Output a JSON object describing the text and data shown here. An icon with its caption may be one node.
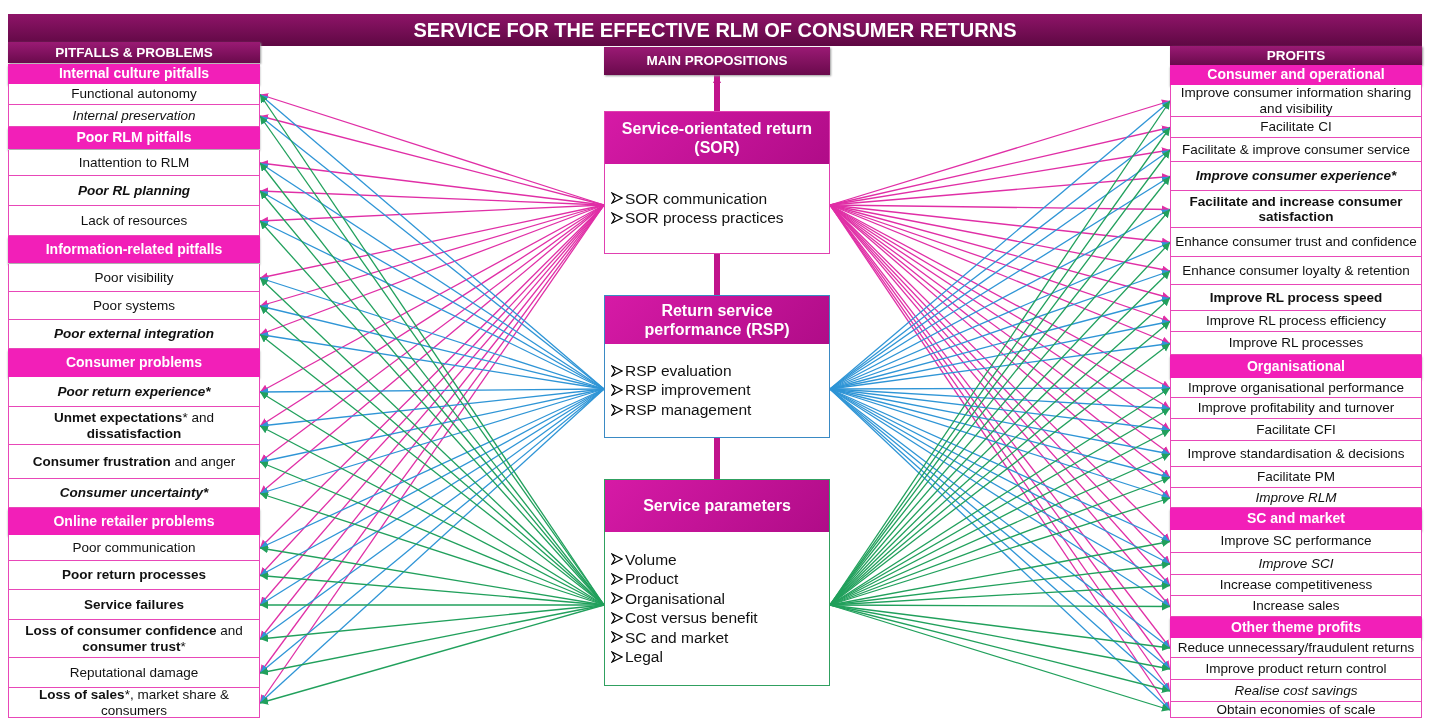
{
  "diagram": {
    "title": "SERVICE FOR THE EFFECTIVE RLM OF CONSUMER RETURNS",
    "nodes": [
      {
        "text": [
          "PITFALLS & PROBLEMS"
        ]
      },
      {
        "text": [
          "Internal culture pitfalls"
        ]
      },
      {
        "text": [
          "Functional autonomy"
        ]
      },
      {
        "text": [
          "Internal preservation"
        ]
      },
      {
        "text": [
          "Poor RLM pitfalls"
        ]
      },
      {
        "text": [
          "Inattention to RLM"
        ]
      },
      {
        "text": [
          "Poor RL planning"
        ]
      },
      {
        "text": [
          "Lack of resources"
        ]
      },
      {
        "text": [
          "Information-related pitfalls"
        ]
      },
      {
        "text": [
          "Poor visibility"
        ]
      },
      {
        "text": [
          "Poor systems"
        ]
      },
      {
        "text": [
          "Poor external integration"
        ]
      },
      {
        "text": [
          "Consumer problems"
        ]
      },
      {
        "text": [
          "Poor return experience*"
        ]
      },
      {
        "text": [
          "**Unmet expectations*** and **dissatisfaction**"
        ]
      },
      {
        "text": [
          "**Consumer frustration** and anger"
        ]
      },
      {
        "text": [
          "Consumer uncertainty*"
        ]
      },
      {
        "text": [
          "Online retailer problems"
        ]
      },
      {
        "text": [
          "Poor communication"
        ]
      },
      {
        "text": [
          "Poor return processes"
        ]
      },
      {
        "text": [
          "Service failures"
        ]
      },
      {
        "text": [
          "**Loss of consumer confidence** and **consumer trust***"
        ]
      },
      {
        "text": [
          "Reputational damage"
        ]
      },
      {
        "text": [
          "**Loss of sales***, market share & consumers"
        ]
      },
      {
        "text": [
          "MAIN PROPOSITIONS"
        ]
      },
      {
        "text": [
          "Service-orientated return (SOR)",
          "SOR communication",
          "SOR process practices"
        ]
      },
      {
        "text": [
          "Return service performance (RSP)",
          "RSP evaluation",
          "RSP improvement",
          "RSP management"
        ]
      },
      {
        "text": [
          "Service parameters",
          "Volume",
          "Product",
          "Organisational",
          "Cost versus benefit",
          "SC and market",
          "Legal"
        ]
      },
      {
        "text": [
          "PROFITS"
        ]
      },
      {
        "text": [
          "Consumer and operational"
        ]
      },
      {
        "text": [
          "Improve consumer information sharing and visibility"
        ]
      },
      {
        "text": [
          "Facilitate CI"
        ]
      },
      {
        "text": [
          "Facilitate & improve consumer service"
        ]
      },
      {
        "text": [
          "Improve consumer experience*"
        ]
      },
      {
        "text": [
          "Facilitate and increase consumer satisfaction"
        ]
      },
      {
        "text": [
          "Enhance consumer trust and confidence"
        ]
      },
      {
        "text": [
          "Enhance consumer loyalty & retention"
        ]
      },
      {
        "text": [
          "Improve RL process speed"
        ]
      },
      {
        "text": [
          "Improve RL process efficiency"
        ]
      },
      {
        "text": [
          "Improve RL processes"
        ]
      },
      {
        "text": [
          "Organisational"
        ]
      },
      {
        "text": [
          "Improve organisational performance"
        ]
      },
      {
        "text": [
          "Improve profitability and turnover"
        ]
      },
      {
        "text": [
          "Facilitate CFI"
        ]
      },
      {
        "text": [
          "Improve standardisation & decisions"
        ]
      },
      {
        "text": [
          "Facilitate PM"
        ]
      },
      {
        "text": [
          "Improve RLM"
        ]
      },
      {
        "text": [
          "SC and market"
        ]
      },
      {
        "text": [
          "Improve SC performance"
        ]
      },
      {
        "text": [
          "Improve SCI"
        ]
      },
      {
        "text": [
          "Increase competitiveness"
        ]
      },
      {
        "text": [
          "Increase sales"
        ]
      },
      {
        "text": [
          "Other theme profits"
        ]
      },
      {
        "text": [
          "Reduce unnecessary/fraudulent returns"
        ]
      },
      {
        "text": [
          "Improve product return control"
        ]
      },
      {
        "text": [
          "Realise cost savings"
        ]
      },
      {
        "text": [
          "Obtain economies of scale"
        ]
      }
    ],
    "edges": [
      {
        "from": 25,
        "to": 24,
        "arrow": "to",
        "style": "thick",
        "color": "#c0148c"
      },
      {
        "from": 26,
        "to": 25,
        "arrow": "none",
        "style": "thick",
        "color": "#c0148c"
      },
      {
        "from": 27,
        "to": 26,
        "arrow": "none",
        "style": "thick",
        "color": "#c0148c"
      },
      {
        "from": 25,
        "to": 2,
        "arrow": "to"
      },
      {
        "from": 25,
        "to": 3,
        "arrow": "to"
      },
      {
        "from": 25,
        "to": 5,
        "arrow": "to"
      },
      {
        "from": 25,
        "to": 6,
        "arrow": "to"
      },
      {
        "from": 25,
        "to": 7,
        "arrow": "to"
      },
      {
        "from": 25,
        "to": 9,
        "arrow": "to"
      },
      {
        "from": 25,
        "to": 10,
        "arrow": "to"
      },
      {
        "from": 25,
        "to": 11,
        "arrow": "to"
      },
      {
        "from": 25,
        "to": 13,
        "arrow": "to"
      },
      {
        "from": 25,
        "to": 14,
        "arrow": "to"
      },
      {
        "from": 25,
        "to": 15,
        "arrow": "to"
      },
      {
        "from": 25,
        "to": 16,
        "arrow": "to"
      },
      {
        "from": 25,
        "to": 18,
        "arrow": "to"
      },
      {
        "from": 25,
        "to": 19,
        "arrow": "to"
      },
      {
        "from": 25,
        "to": 20,
        "arrow": "to"
      },
      {
        "from": 25,
        "to": 21,
        "arrow": "to"
      },
      {
        "from": 25,
        "to": 22,
        "arrow": "to"
      },
      {
        "from": 25,
        "to": 23,
        "arrow": "to"
      },
      {
        "from": 26,
        "to": 2,
        "arrow": "to",
        "color": "#2f95d6"
      },
      {
        "from": 26,
        "to": 3,
        "arrow": "to",
        "color": "#2f95d6"
      },
      {
        "from": 26,
        "to": 5,
        "arrow": "to",
        "color": "#2f95d6"
      },
      {
        "from": 26,
        "to": 6,
        "arrow": "to",
        "color": "#2f95d6"
      },
      {
        "from": 26,
        "to": 7,
        "arrow": "to",
        "color": "#2f95d6"
      },
      {
        "from": 26,
        "to": 9,
        "arrow": "to",
        "color": "#2f95d6"
      },
      {
        "from": 26,
        "to": 10,
        "arrow": "to",
        "color": "#2f95d6"
      },
      {
        "from": 26,
        "to": 11,
        "arrow": "to",
        "color": "#2f95d6"
      },
      {
        "from": 26,
        "to": 13,
        "arrow": "to",
        "color": "#2f95d6"
      },
      {
        "from": 26,
        "to": 14,
        "arrow": "to",
        "color": "#2f95d6"
      },
      {
        "from": 26,
        "to": 15,
        "arrow": "to",
        "color": "#2f95d6"
      },
      {
        "from": 26,
        "to": 16,
        "arrow": "to",
        "color": "#2f95d6"
      },
      {
        "from": 26,
        "to": 18,
        "arrow": "to",
        "color": "#2f95d6"
      },
      {
        "from": 26,
        "to": 19,
        "arrow": "to",
        "color": "#2f95d6"
      },
      {
        "from": 26,
        "to": 20,
        "arrow": "to",
        "color": "#2f95d6"
      },
      {
        "from": 26,
        "to": 21,
        "arrow": "to",
        "color": "#2f95d6"
      },
      {
        "from": 26,
        "to": 22,
        "arrow": "to",
        "color": "#2f95d6"
      },
      {
        "from": 26,
        "to": 23,
        "arrow": "to",
        "color": "#2f95d6"
      },
      {
        "from": 27,
        "to": 2,
        "arrow": "to",
        "color": "#21a05c"
      },
      {
        "from": 27,
        "to": 3,
        "arrow": "to",
        "color": "#21a05c"
      },
      {
        "from": 27,
        "to": 5,
        "arrow": "to",
        "color": "#21a05c"
      },
      {
        "from": 27,
        "to": 6,
        "arrow": "to",
        "color": "#21a05c"
      },
      {
        "from": 27,
        "to": 7,
        "arrow": "to",
        "color": "#21a05c"
      },
      {
        "from": 27,
        "to": 9,
        "arrow": "to",
        "color": "#21a05c"
      },
      {
        "from": 27,
        "to": 10,
        "arrow": "to",
        "color": "#21a05c"
      },
      {
        "from": 27,
        "to": 11,
        "arrow": "to",
        "color": "#21a05c"
      },
      {
        "from": 27,
        "to": 13,
        "arrow": "to",
        "color": "#21a05c"
      },
      {
        "from": 27,
        "to": 14,
        "arrow": "to",
        "color": "#21a05c"
      },
      {
        "from": 27,
        "to": 15,
        "arrow": "to",
        "color": "#21a05c"
      },
      {
        "from": 27,
        "to": 16,
        "arrow": "to",
        "color": "#21a05c"
      },
      {
        "from": 27,
        "to": 18,
        "arrow": "to",
        "color": "#21a05c"
      },
      {
        "from": 27,
        "to": 19,
        "arrow": "to",
        "color": "#21a05c"
      },
      {
        "from": 27,
        "to": 20,
        "arrow": "to",
        "color": "#21a05c"
      },
      {
        "from": 27,
        "to": 21,
        "arrow": "to",
        "color": "#21a05c"
      },
      {
        "from": 27,
        "to": 22,
        "arrow": "to",
        "color": "#21a05c"
      },
      {
        "from": 27,
        "to": 23,
        "arrow": "to",
        "color": "#21a05c"
      },
      {
        "from": 25,
        "to": 30,
        "arrow": "to"
      },
      {
        "from": 25,
        "to": 31,
        "arrow": "to"
      },
      {
        "from": 25,
        "to": 32,
        "arrow": "to"
      },
      {
        "from": 25,
        "to": 33,
        "arrow": "to"
      },
      {
        "from": 25,
        "to": 34,
        "arrow": "to"
      },
      {
        "from": 25,
        "to": 35,
        "arrow": "to"
      },
      {
        "from": 25,
        "to": 36,
        "arrow": "to"
      },
      {
        "from": 25,
        "to": 37,
        "arrow": "to"
      },
      {
        "from": 25,
        "to": 38,
        "arrow": "to"
      },
      {
        "from": 25,
        "to": 39,
        "arrow": "to"
      },
      {
        "from": 25,
        "to": 41,
        "arrow": "to"
      },
      {
        "from": 25,
        "to": 42,
        "arrow": "to"
      },
      {
        "from": 25,
        "to": 43,
        "arrow": "to"
      },
      {
        "from": 25,
        "to": 44,
        "arrow": "to"
      },
      {
        "from": 25,
        "to": 45,
        "arrow": "to"
      },
      {
        "from": 25,
        "to": 46,
        "arrow": "to"
      },
      {
        "from": 25,
        "to": 48,
        "arrow": "to"
      },
      {
        "from": 25,
        "to": 49,
        "arrow": "to"
      },
      {
        "from": 25,
        "to": 50,
        "arrow": "to"
      },
      {
        "from": 25,
        "to": 51,
        "arrow": "to"
      },
      {
        "from": 25,
        "to": 53,
        "arrow": "to"
      },
      {
        "from": 25,
        "to": 54,
        "arrow": "to"
      },
      {
        "from": 25,
        "to": 55,
        "arrow": "to"
      },
      {
        "from": 25,
        "to": 56,
        "arrow": "to"
      },
      {
        "from": 26,
        "to": 30,
        "arrow": "to",
        "color": "#2f95d6"
      },
      {
        "from": 26,
        "to": 31,
        "arrow": "to",
        "color": "#2f95d6"
      },
      {
        "from": 26,
        "to": 32,
        "arrow": "to",
        "color": "#2f95d6"
      },
      {
        "from": 26,
        "to": 33,
        "arrow": "to",
        "color": "#2f95d6"
      },
      {
        "from": 26,
        "to": 34,
        "arrow": "to",
        "color": "#2f95d6"
      },
      {
        "from": 26,
        "to": 35,
        "arrow": "to",
        "color": "#2f95d6"
      },
      {
        "from": 26,
        "to": 36,
        "arrow": "to",
        "color": "#2f95d6"
      },
      {
        "from": 26,
        "to": 37,
        "arrow": "to",
        "color": "#2f95d6"
      },
      {
        "from": 26,
        "to": 38,
        "arrow": "to",
        "color": "#2f95d6"
      },
      {
        "from": 26,
        "to": 39,
        "arrow": "to",
        "color": "#2f95d6"
      },
      {
        "from": 26,
        "to": 41,
        "arrow": "to",
        "color": "#2f95d6"
      },
      {
        "from": 26,
        "to": 42,
        "arrow": "to",
        "color": "#2f95d6"
      },
      {
        "from": 26,
        "to": 43,
        "arrow": "to",
        "color": "#2f95d6"
      },
      {
        "from": 26,
        "to": 44,
        "arrow": "to",
        "color": "#2f95d6"
      },
      {
        "from": 26,
        "to": 45,
        "arrow": "to",
        "color": "#2f95d6"
      },
      {
        "from": 26,
        "to": 46,
        "arrow": "to",
        "color": "#2f95d6"
      },
      {
        "from": 26,
        "to": 48,
        "arrow": "to",
        "color": "#2f95d6"
      },
      {
        "from": 26,
        "to": 49,
        "arrow": "to",
        "color": "#2f95d6"
      },
      {
        "from": 26,
        "to": 50,
        "arrow": "to",
        "color": "#2f95d6"
      },
      {
        "from": 26,
        "to": 51,
        "arrow": "to",
        "color": "#2f95d6"
      },
      {
        "from": 26,
        "to": 53,
        "arrow": "to",
        "color": "#2f95d6"
      },
      {
        "from": 26,
        "to": 54,
        "arrow": "to",
        "color": "#2f95d6"
      },
      {
        "from": 26,
        "to": 55,
        "arrow": "to",
        "color": "#2f95d6"
      },
      {
        "from": 26,
        "to": 56,
        "arrow": "to",
        "color": "#2f95d6"
      },
      {
        "from": 27,
        "to": 30,
        "arrow": "to",
        "color": "#21a05c"
      },
      {
        "from": 27,
        "to": 31,
        "arrow": "to",
        "color": "#21a05c"
      },
      {
        "from": 27,
        "to": 32,
        "arrow": "to",
        "color": "#21a05c"
      },
      {
        "from": 27,
        "to": 33,
        "arrow": "to",
        "color": "#21a05c"
      },
      {
        "from": 27,
        "to": 34,
        "arrow": "to",
        "color": "#21a05c"
      },
      {
        "from": 27,
        "to": 35,
        "arrow": "to",
        "color": "#21a05c"
      },
      {
        "from": 27,
        "to": 36,
        "arrow": "to",
        "color": "#21a05c"
      },
      {
        "from": 27,
        "to": 37,
        "arrow": "to",
        "color": "#21a05c"
      },
      {
        "from": 27,
        "to": 38,
        "arrow": "to",
        "color": "#21a05c"
      },
      {
        "from": 27,
        "to": 39,
        "arrow": "to",
        "color": "#21a05c"
      },
      {
        "from": 27,
        "to": 41,
        "arrow": "to",
        "color": "#21a05c"
      },
      {
        "from": 27,
        "to": 42,
        "arrow": "to",
        "color": "#21a05c"
      },
      {
        "from": 27,
        "to": 43,
        "arrow": "to",
        "color": "#21a05c"
      },
      {
        "from": 27,
        "to": 44,
        "arrow": "to",
        "color": "#21a05c"
      },
      {
        "from": 27,
        "to": 45,
        "arrow": "to",
        "color": "#21a05c"
      },
      {
        "from": 27,
        "to": 46,
        "arrow": "to",
        "color": "#21a05c"
      },
      {
        "from": 27,
        "to": 48,
        "arrow": "to",
        "color": "#21a05c"
      },
      {
        "from": 27,
        "to": 49,
        "arrow": "to",
        "color": "#21a05c"
      },
      {
        "from": 27,
        "to": 50,
        "arrow": "to",
        "color": "#21a05c"
      },
      {
        "from": 27,
        "to": 51,
        "arrow": "to",
        "color": "#21a05c"
      },
      {
        "from": 27,
        "to": 53,
        "arrow": "to",
        "color": "#21a05c"
      },
      {
        "from": 27,
        "to": 54,
        "arrow": "to",
        "color": "#21a05c"
      },
      {
        "from": 27,
        "to": 55,
        "arrow": "to",
        "color": "#21a05c"
      },
      {
        "from": 27,
        "to": 56,
        "arrow": "to",
        "color": "#21a05c"
      }
    ]
  }
}
